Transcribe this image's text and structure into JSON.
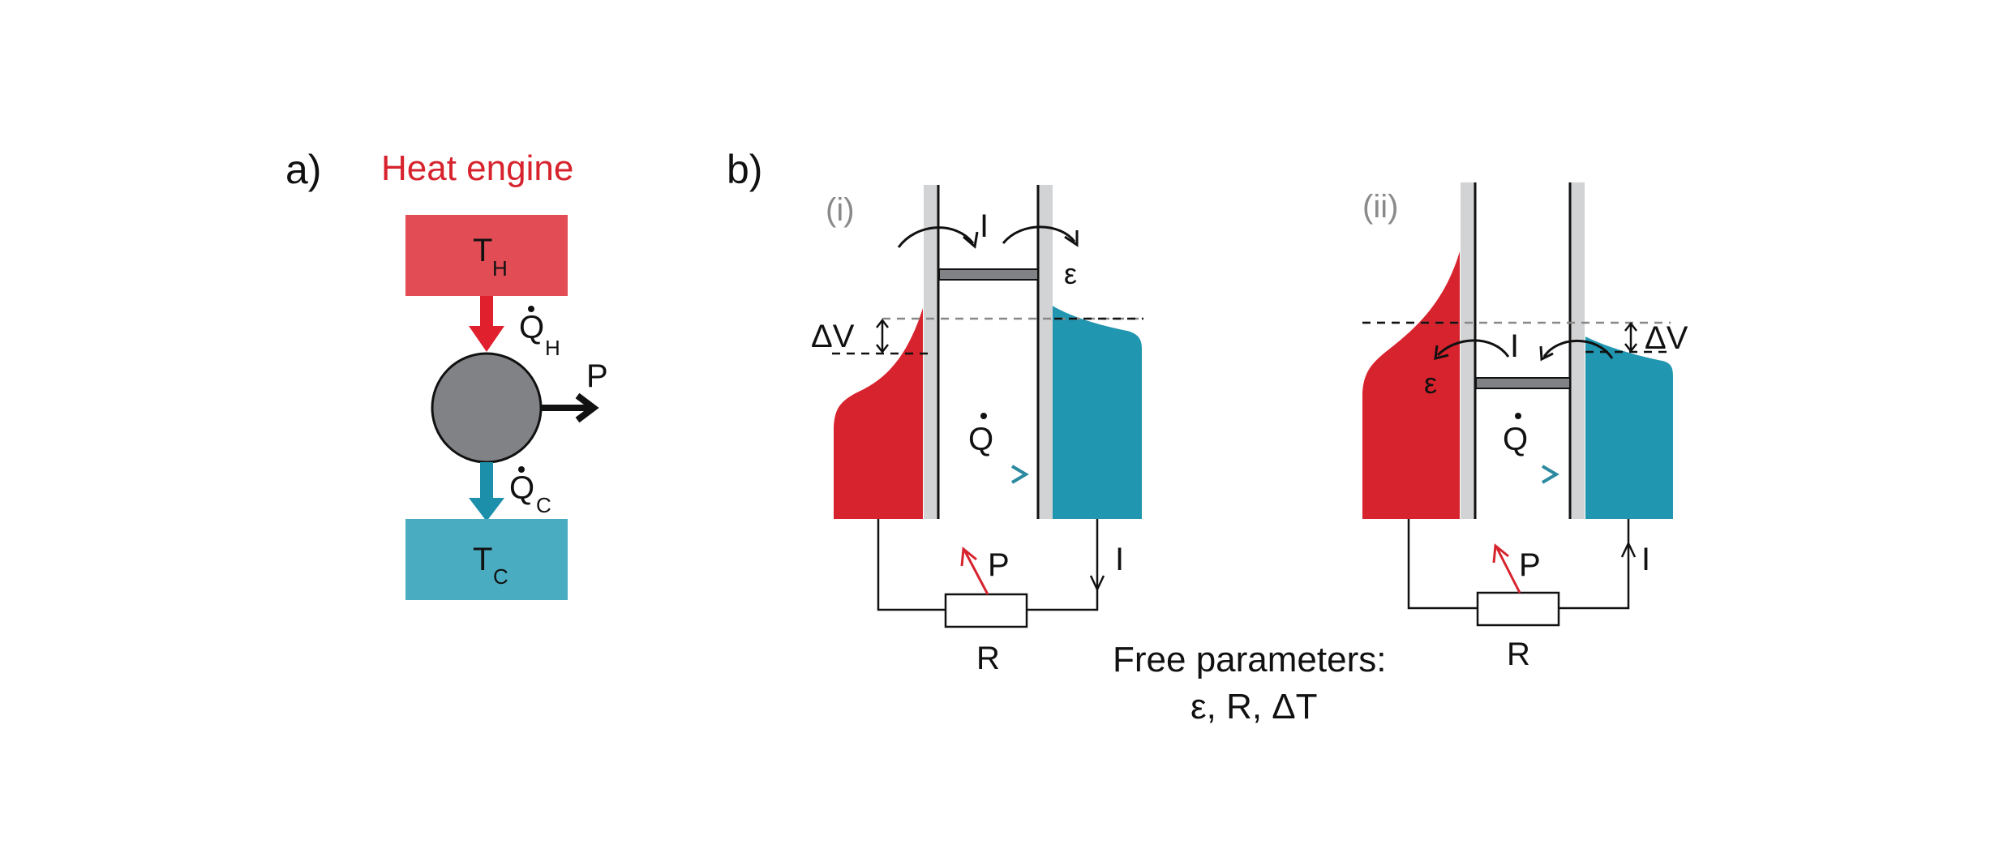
{
  "panel_a": {
    "label": "a)",
    "title": "Heat engine",
    "hot_reservoir": "T",
    "hot_sub": "H",
    "cold_reservoir": "T",
    "cold_sub": "C",
    "heat_in": "Q",
    "heat_in_sub": "H",
    "heat_out": "Q",
    "heat_out_sub": "C",
    "power": "P"
  },
  "panel_b": {
    "label": "b)",
    "case_i": {
      "label": "(i)",
      "current_top": "I",
      "level": "ε",
      "bias": "ΔV",
      "heat": "Q",
      "power": "P",
      "current_circuit": "I",
      "resistor": "R"
    },
    "case_ii": {
      "label": "(ii)",
      "current_top": "I",
      "level": "ε",
      "bias": "ΔV",
      "heat": "Q",
      "power": "P",
      "current_circuit": "I",
      "resistor": "R"
    },
    "free_params_line1": "Free parameters:",
    "free_params_line2": "ε, R, ΔT"
  },
  "colors": {
    "hot": "#d7232d",
    "hot_block": "#e14c55",
    "cold": "#2196b0",
    "cold_block": "#4aacc0",
    "engine": "#808285"
  }
}
